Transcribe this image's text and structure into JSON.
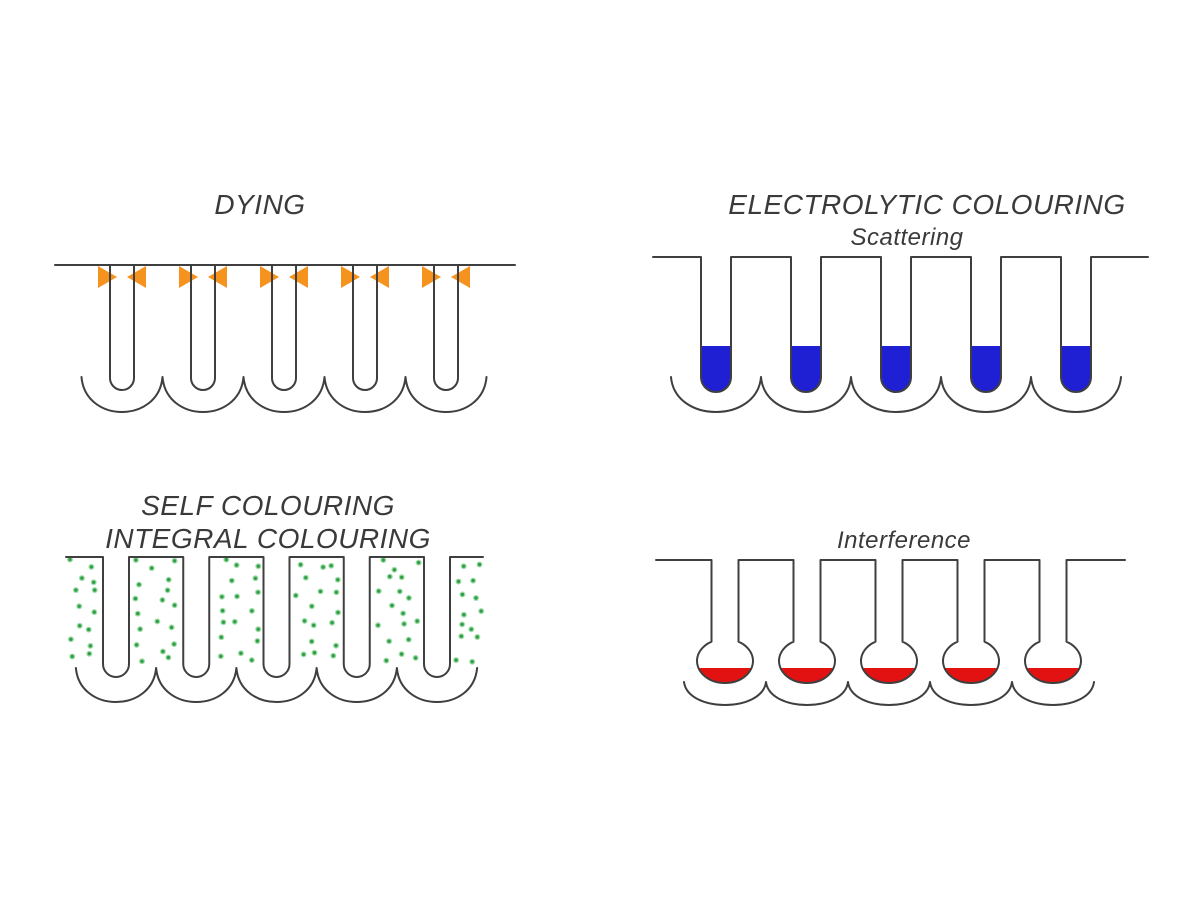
{
  "page": {
    "background": "#ffffff",
    "line_color": "#3f3f3f",
    "text_color": "#3a3a3a"
  },
  "panels": {
    "dyeing": {
      "title": "DYING",
      "pore_count": 5,
      "dye_color": "#f6921e"
    },
    "electrolytic": {
      "title": "ELECTROLYTIC COLOURING",
      "subtitle": "Scattering",
      "pore_count": 5,
      "deposit_color": "#1f1fd4"
    },
    "self_colouring": {
      "title_line1": "SELF COLOURING",
      "title_line2": "INTEGRAL COLOURING",
      "pore_count": 5,
      "particle_color": "#2f9e44",
      "particle_halo_color": "#a2ddab"
    },
    "interference": {
      "title": "Interference",
      "pore_count": 5,
      "layer_color": "#e31212"
    }
  }
}
